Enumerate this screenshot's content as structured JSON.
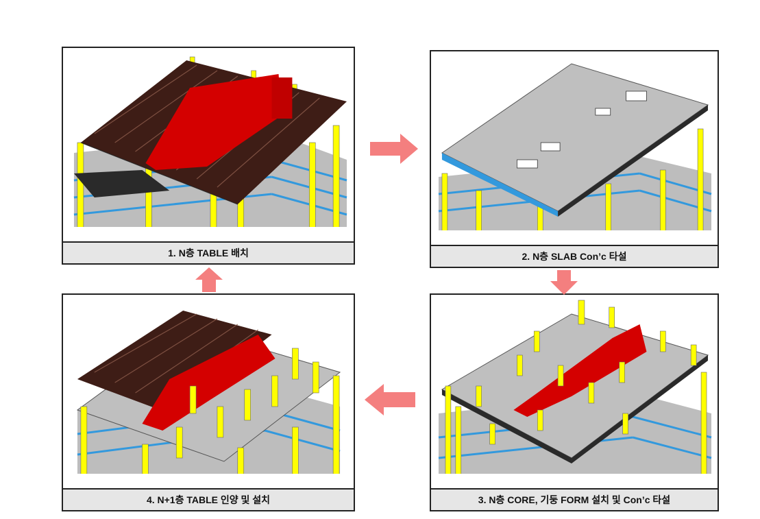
{
  "steps": [
    {
      "label": "1. N층 TABLE 배치"
    },
    {
      "label": "2. N층 SLAB Con’c 타설"
    },
    {
      "label": "3. N층 CORE, 기둥 FORM 설치 및 Con’c 타설"
    },
    {
      "label": "4. N+1층 TABLE 인양 및 설치"
    }
  ],
  "colors": {
    "arrow": "#f47f7f",
    "column": "#ffff00",
    "core": "#d40000",
    "slab": "#c0c0c0",
    "table": "#4a1f17",
    "beam": "#3399dd",
    "caption_bg": "#e6e6e6"
  }
}
